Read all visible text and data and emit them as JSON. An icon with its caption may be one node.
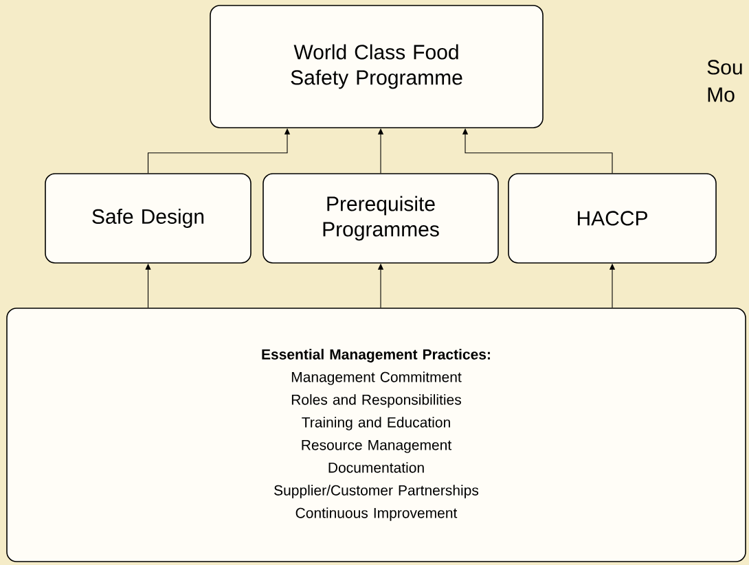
{
  "diagram": {
    "nodes": [
      {
        "text": [
          "World Class Food Safety Programme"
        ]
      },
      {
        "text": [
          "Safe Design"
        ]
      },
      {
        "text": [
          "Prerequisite Programmes"
        ]
      },
      {
        "text": [
          "HACCP"
        ]
      },
      {
        "text": [
          "Essential Management Practices:",
          "Management Commitment",
          "Roles and Responsibilities",
          "Training and Education",
          "Resource Management",
          "Documentation",
          "Supplier/Customer Partnerships",
          "Continuous Improvement"
        ]
      }
    ],
    "edges": [
      {
        "from": 1,
        "to": 0,
        "arrow": "to"
      },
      {
        "from": 2,
        "to": 0,
        "arrow": "to"
      },
      {
        "from": 3,
        "to": 0,
        "arrow": "to"
      },
      {
        "from": 4,
        "to": 1,
        "arrow": "to"
      },
      {
        "from": 4,
        "to": 2,
        "arrow": "to"
      },
      {
        "from": 4,
        "to": 3,
        "arrow": "to"
      }
    ],
    "labels": [
      "Sou",
      "Mo"
    ]
  }
}
